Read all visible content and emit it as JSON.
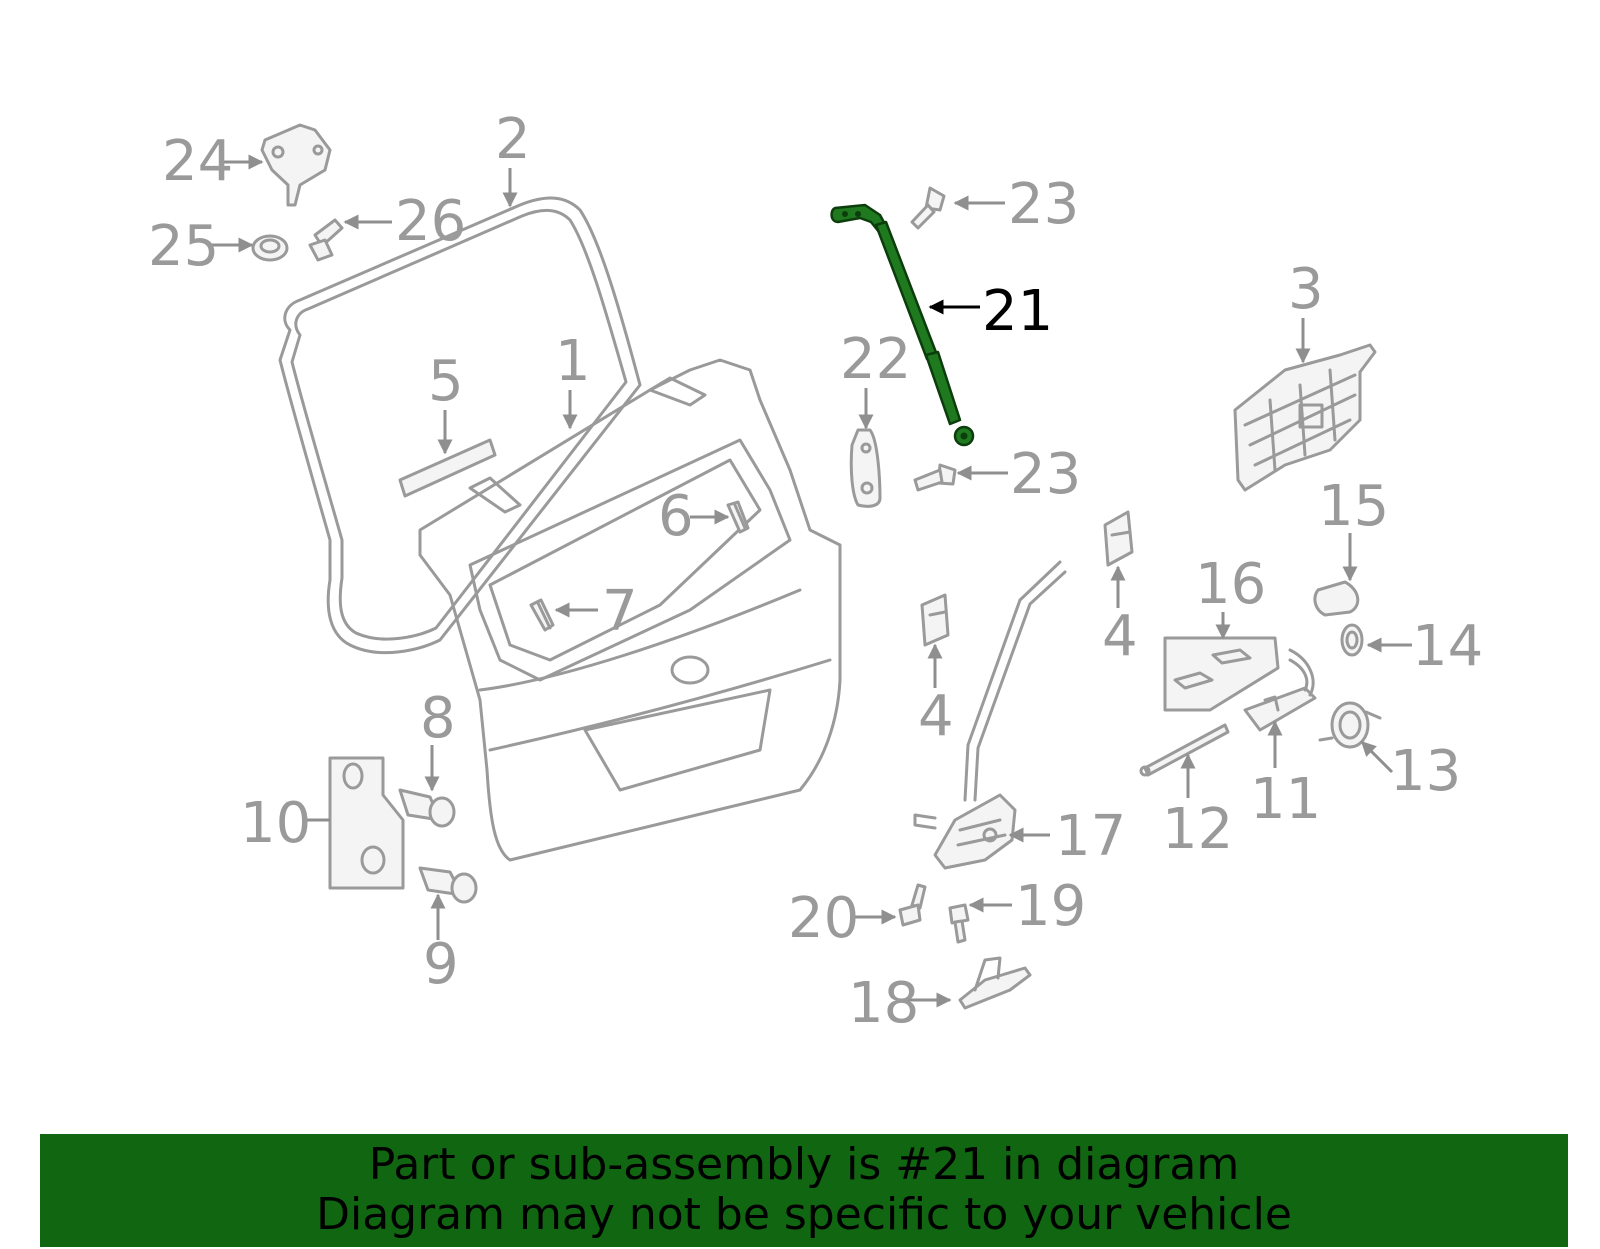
{
  "callouts": {
    "c1": "1",
    "c2": "2",
    "c3": "3",
    "c4a": "4",
    "c4b": "4",
    "c5": "5",
    "c6": "6",
    "c7": "7",
    "c8": "8",
    "c9": "9",
    "c10": "10",
    "c11": "11",
    "c12": "12",
    "c13": "13",
    "c14": "14",
    "c15": "15",
    "c16": "16",
    "c17": "17",
    "c18": "18",
    "c19": "19",
    "c20": "20",
    "c21": "21",
    "c22": "22",
    "c23a": "23",
    "c23b": "23",
    "c24": "24",
    "c25": "25",
    "c26": "26"
  },
  "highlighted_part": "21",
  "banner": {
    "line1": "Part or sub-assembly is #21 in diagram",
    "line2": "Diagram may not be specific to your vehicle"
  },
  "colors": {
    "highlight": "#1f7a1f",
    "banner": "#116611",
    "lines": "#9a9a9a"
  }
}
